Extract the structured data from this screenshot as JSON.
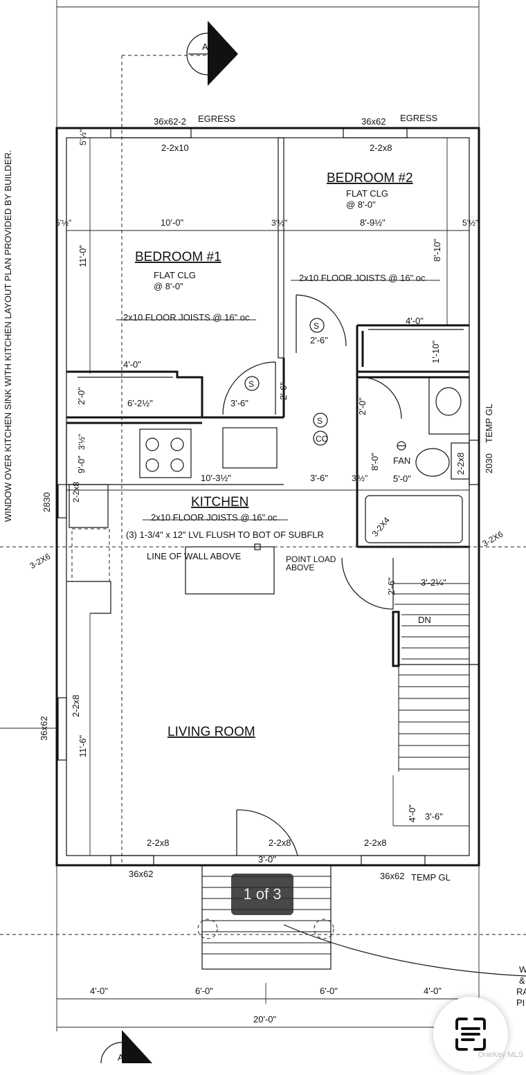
{
  "rooms": {
    "bedroom1": {
      "name": "BEDROOM #1",
      "ceiling": "FLAT CLG",
      "height": "@ 8'-0\"",
      "joists": "2x10 FLOOR JOISTS @ 16\" oc"
    },
    "bedroom2": {
      "name": "BEDROOM #2",
      "ceiling": "FLAT CLG",
      "height": "@ 8'-0\"",
      "joists": "2x10 FLOOR JOISTS @ 16\" oc"
    },
    "kitchen": {
      "name": "KITCHEN",
      "joists": "2x10 FLOOR JOISTS @ 16\" oc",
      "beam": "(3) 1-3/4\" x 12\" LVL FLUSH TO BOT OF SUBFLR"
    },
    "living": {
      "name": "LIVING ROOM"
    }
  },
  "labels": {
    "egress1": "36x62-2",
    "egress_word": "EGRESS",
    "egress2": "36x62",
    "header_b1": "2-2x10",
    "header_b2": "2-2x8",
    "d_5_5a": "5'½\"",
    "d_10_0": "10'-0\"",
    "d_3_5": "3'½\"",
    "d_8_9": "8'-9½\"",
    "d_5_5b": "5'½\"",
    "d_11_0": "11'-0\"",
    "d_8_10": "8'-10\"",
    "d_4_0a": "4'-0\"",
    "d_1_10": "1'-10\"",
    "d_4_0b": "4'-0\"",
    "d_2_0a": "2'-0\"",
    "d_6_2": "6'-2½\"",
    "d_3_6a": "3'-6\"",
    "d_2_6a": "2'-6\"",
    "d_2_6b": "2'-6\"",
    "d_2_0b": "2'-0\"",
    "d_9_0": "9'-0\"",
    "d_10_3": "10'-3½\"",
    "d_3_6b": "3'-6\"",
    "d_3_5b": "3'½\"",
    "d_5_0": "5'-0\"",
    "d_8_0": "8'-0\"",
    "s1": "S",
    "s2": "S",
    "s3": "S",
    "co": "CO",
    "fan": "FAN",
    "temp_gl": "TEMP GL",
    "w2030": "2030",
    "h2x8": "2-2x8",
    "w2830": "2830",
    "h2x8b": "2-2x8",
    "b3_2x6": "3-2X6",
    "b3_2x6b": "3-2X6",
    "b3_2x4": "3-2X4",
    "wall_above": "LINE OF WALL ABOVE",
    "point_load": "POINT LOAD",
    "above": "ABOVE",
    "d_2_6c": "2'-6\"",
    "d_3_2": "3'-2¼\"",
    "dn": "DN",
    "w36x62_left": "36x62",
    "h2x8_left": "2-2x8",
    "d_11_6": "11'-6\"",
    "d_4_0c": "4'-0\"",
    "d_3_6c": "3'-6\"",
    "h_b1": "2-2x8",
    "h_b2": "2-2x8",
    "h_b3": "2-2x8",
    "d_3_0": "3'-0\"",
    "w36x62_b1": "36x62",
    "w36x62_b2": "36x62",
    "temp_gl_b": "TEMP GL",
    "dim_4_0a": "4'-0\"",
    "dim_6_0a": "6'-0\"",
    "dim_6_0b": "6'-0\"",
    "dim_4_0b": "4'-0\"",
    "dim_20_0": "20'-0\"",
    "section": "A",
    "section_b": "A",
    "note_left": "WINDOW OVER KITCHEN SINK WITH KITCHEN LAYOUT PLAN PROVIDED BY BUILDER.",
    "note_right_1": "W",
    "note_right_2": "&",
    "note_right_3": "RA",
    "note_right_4": "PI"
  },
  "viewer": {
    "page_indicator": "1 of 3",
    "watermark": "OneKey MLS"
  }
}
